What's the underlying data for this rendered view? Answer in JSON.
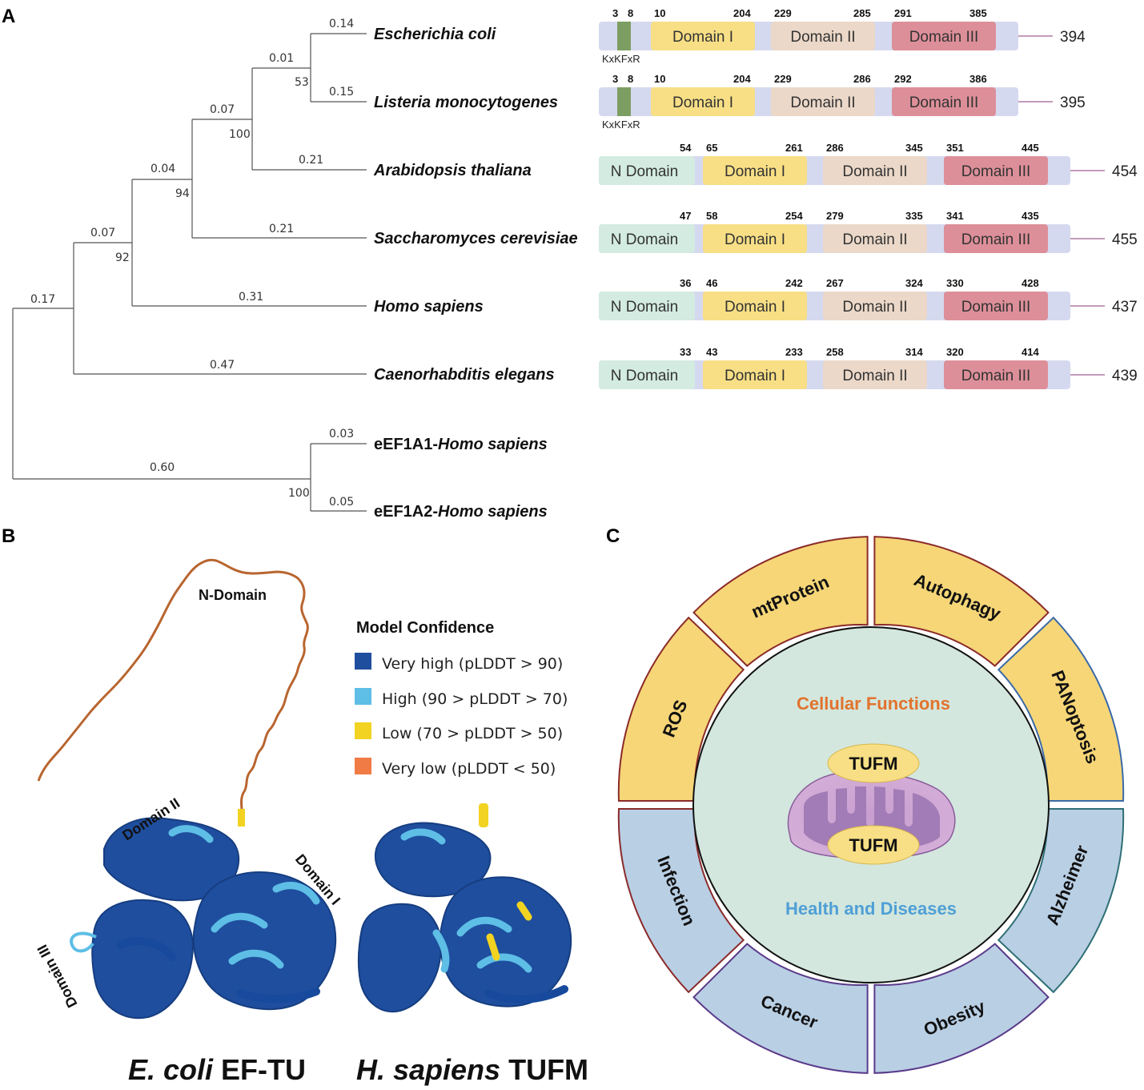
{
  "panels": {
    "a": "A",
    "b": "B",
    "c": "C"
  },
  "tree": {
    "branch_lengths": [
      "0.14",
      "0.15",
      "0.01",
      "0.21",
      "0.07",
      "0.21",
      "0.04",
      "0.31",
      "0.07",
      "0.47",
      "0.17",
      "0.03",
      "0.05",
      "0.60"
    ],
    "bootstraps": [
      "53",
      "100",
      "94",
      "92",
      "100"
    ],
    "taxa": [
      {
        "name": "Escherichia coli"
      },
      {
        "name": "Listeria monocytogenes"
      },
      {
        "name": "Arabidopsis thaliana"
      },
      {
        "name": "Saccharomyces cerevisiae"
      },
      {
        "name": "Homo sapiens"
      },
      {
        "name": "Caenorhabditis elegans"
      },
      {
        "prefix": "eEF1A1-",
        "name": "Homo sapiens"
      },
      {
        "prefix": "eEF1A2-",
        "name": "Homo sapiens"
      }
    ]
  },
  "domains": {
    "labels": {
      "n": "N Domain",
      "d1": "Domain I",
      "d2": "Domain II",
      "d3": "Domain III"
    },
    "motif": "KxKFxR",
    "rows": [
      {
        "positions": [
          "3",
          "8",
          "10",
          "204",
          "229",
          "285",
          "291",
          "385"
        ],
        "length": "394"
      },
      {
        "positions": [
          "3",
          "8",
          "10",
          "204",
          "229",
          "286",
          "292",
          "386"
        ],
        "length": "395"
      },
      {
        "positions": [
          "54",
          "65",
          "261",
          "286",
          "345",
          "351",
          "445"
        ],
        "length": "454"
      },
      {
        "positions": [
          "47",
          "58",
          "254",
          "279",
          "335",
          "341",
          "435"
        ],
        "length": "455"
      },
      {
        "positions": [
          "36",
          "46",
          "242",
          "267",
          "324",
          "330",
          "428"
        ],
        "length": "437"
      },
      {
        "positions": [
          "33",
          "43",
          "233",
          "258",
          "314",
          "320",
          "414"
        ],
        "length": "439"
      }
    ],
    "colors": {
      "track": "#d5d9ef",
      "n": "#d3ebe1",
      "d1": "#f8df85",
      "d2": "#ebd8c8",
      "d3": "#dd8f99",
      "motif": "#7d9e62"
    }
  },
  "structure": {
    "legend_title": "Model Confidence",
    "legend": [
      {
        "label": "Very high (pLDDT > 90)",
        "color": "#1f4e9e"
      },
      {
        "label": "High (90 > pLDDT > 70)",
        "color": "#5ebee6"
      },
      {
        "label": "Low (70 > pLDDT > 50)",
        "color": "#f2d321"
      },
      {
        "label": "Very low (pLDDT < 50)",
        "color": "#f07b45"
      }
    ],
    "annotations": {
      "n_domain": "N-Domain",
      "domain_ii": "Domain II",
      "domain_i": "Domain I",
      "domain_iii": "Domain III"
    },
    "caption_left": {
      "italic": "E. coli",
      "plain": " EF-TU"
    },
    "caption_right": {
      "italic": "H. sapiens",
      "plain": " TUFM"
    }
  },
  "wheel": {
    "top_segments": [
      "ROS",
      "mtProtein",
      "Autophagy",
      "PANoptosis"
    ],
    "bottom_segments": [
      "Infection",
      "Cancer",
      "Obesity",
      "Alzheimer"
    ],
    "center_top": "Cellular Functions",
    "center_bottom": "Health and Diseases",
    "protein": "TUFM",
    "colors": {
      "top": "#f6d677",
      "bottom": "#b9cfe4",
      "center": "#d3e7de",
      "mito_outer": "#d5b0d8",
      "mito_inner": "#a27cb6",
      "center_top_text": "#e2732d",
      "center_bottom_text": "#4f9fd6"
    }
  }
}
